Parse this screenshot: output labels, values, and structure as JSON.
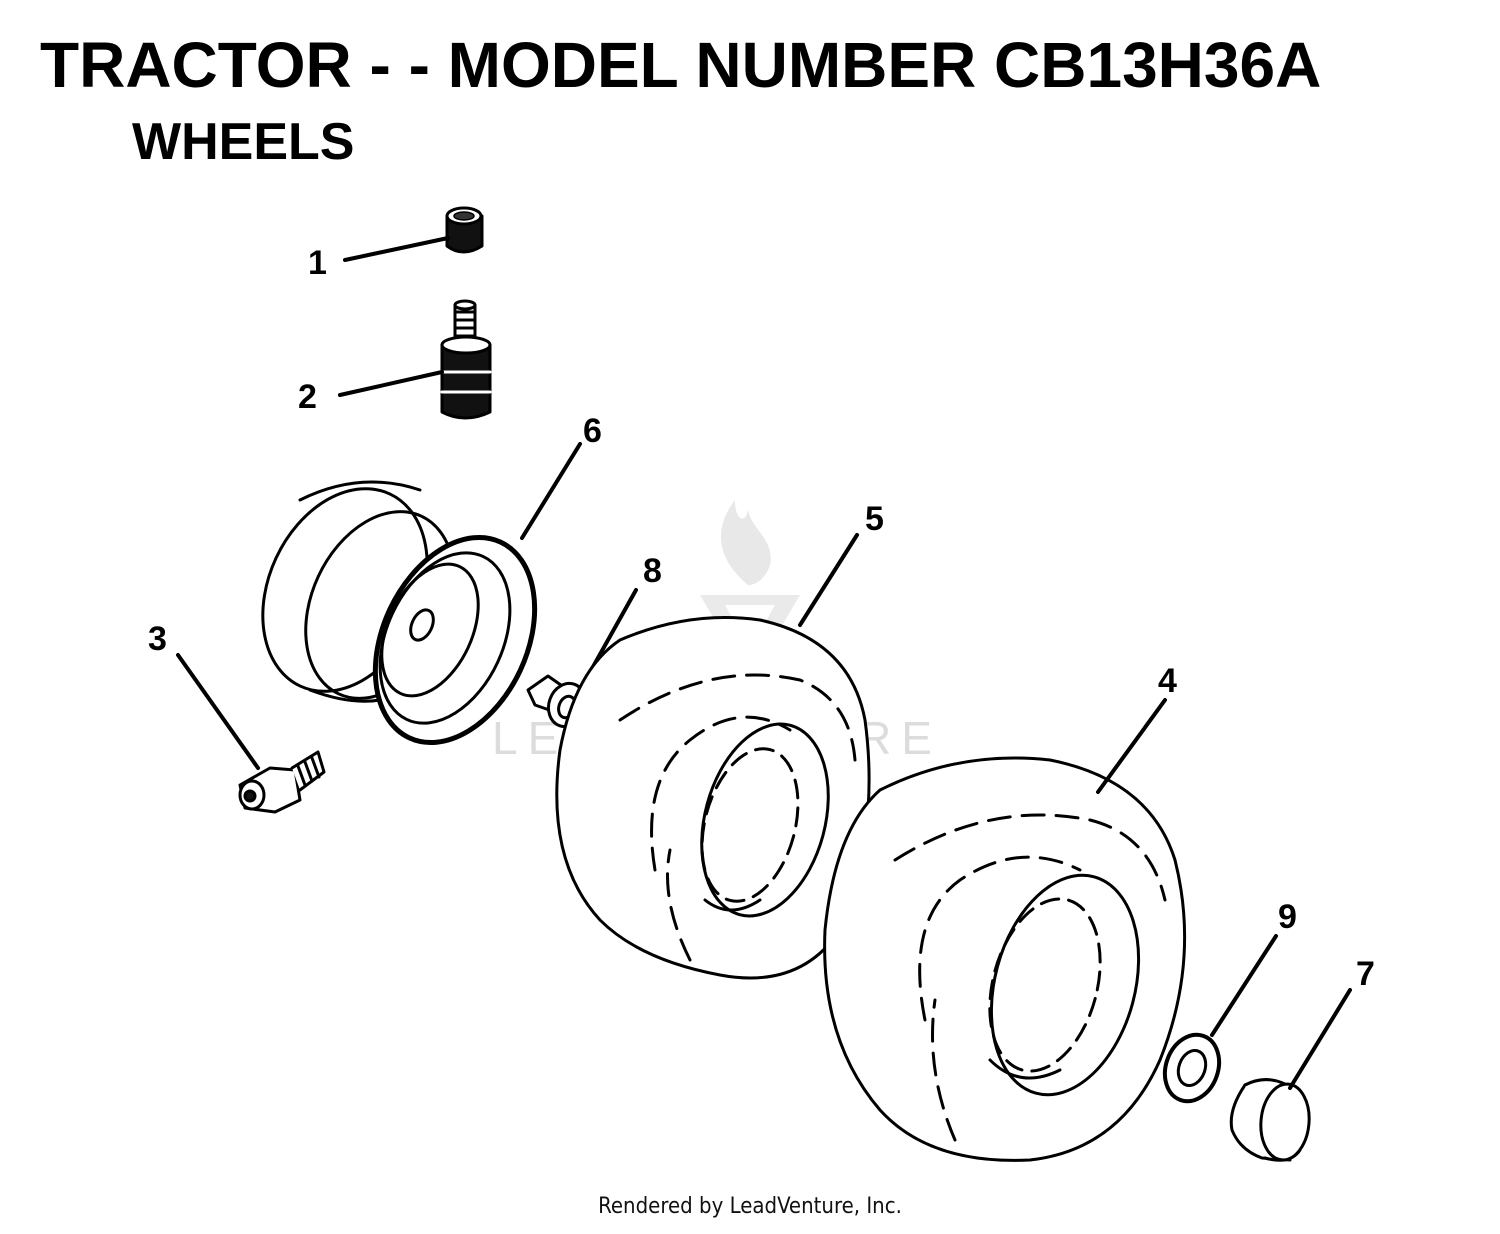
{
  "header": {
    "title": "TRACTOR - - MODEL NUMBER CB13H36A",
    "subtitle": "WHEELS"
  },
  "watermark": {
    "text": "LEADVENTURE"
  },
  "footer": {
    "credit": "Rendered by LeadVenture, Inc."
  },
  "callouts": [
    "1",
    "2",
    "3",
    "4",
    "5",
    "6",
    "7",
    "8",
    "9"
  ],
  "colors": {
    "ink": "#000000",
    "watermark": "#d9d9d9",
    "background": "#ffffff"
  }
}
